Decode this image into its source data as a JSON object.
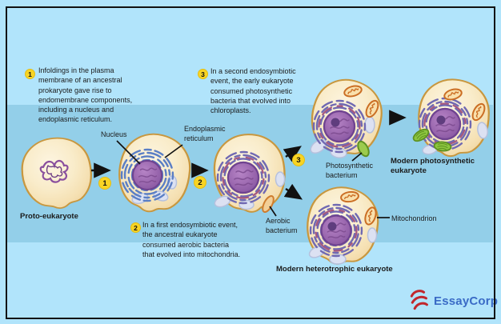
{
  "steps": [
    {
      "num": "1",
      "text": "Infoldings in the plasma\nmembrane of an ancestral\nprokaryote gave rise to\nendomembrane components,\nincluding a nucleus and\nendoplasmic reticulum."
    },
    {
      "num": "2",
      "text": "In a first endosymbiotic event,\nthe ancestral eukaryote\nconsumed aerobic bacteria\nthat evolved into mitochondria."
    },
    {
      "num": "3",
      "text": "In a second endosymbiotic\nevent, the early eukaryote\nconsumed photosynthetic\nbacteria that evolved into\nchloroplasts."
    }
  ],
  "flow_markers": {
    "m1": "1",
    "m2": "2",
    "m3": "3"
  },
  "labels": {
    "proto": "Proto-eukaryote",
    "nucleus": "Nucleus",
    "er": "Endoplasmic\nreticulum",
    "aerobic": "Aerobic\nbacterium",
    "photo": "Photosynthetic\nbacterium",
    "mitochondrion": "Mitochondrion",
    "modern_photo": "Modern photosynthetic\neukaryote",
    "modern_hetero": "Modern heterotrophic eukaryote"
  },
  "brand": {
    "name": "EssayCorp"
  },
  "colors": {
    "background": "#b1e4fb",
    "band": "#93cfe9",
    "border": "#111111",
    "badge_yellow": "#f8d424",
    "text": "#1b1b1b",
    "brand_blue": "#3a6bc6",
    "brand_red": "#c1272d",
    "cell_membrane": "#c8973f",
    "nucleus_purple": "#9a67ae",
    "er_blue": "#5a7ec5",
    "er_purple": "#7069b2",
    "mitochondrion_orange": "#cb6e24",
    "chloroplast_green": "#8dc63f"
  }
}
